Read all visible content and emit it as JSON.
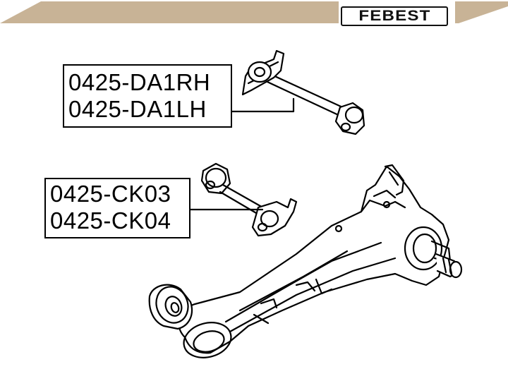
{
  "brand": {
    "logo_text": "FEBEST",
    "band_color": "#c8b396"
  },
  "part_groups": [
    {
      "numbers": [
        "0425-DA1RH",
        "0425-DA1LH"
      ],
      "depicts": "upper rear lateral link"
    },
    {
      "numbers": [
        "0425-CK03",
        "0425-CK04"
      ],
      "depicts": "lower rear lateral link"
    }
  ],
  "colors": {
    "line": "#000000",
    "background": "#ffffff"
  }
}
